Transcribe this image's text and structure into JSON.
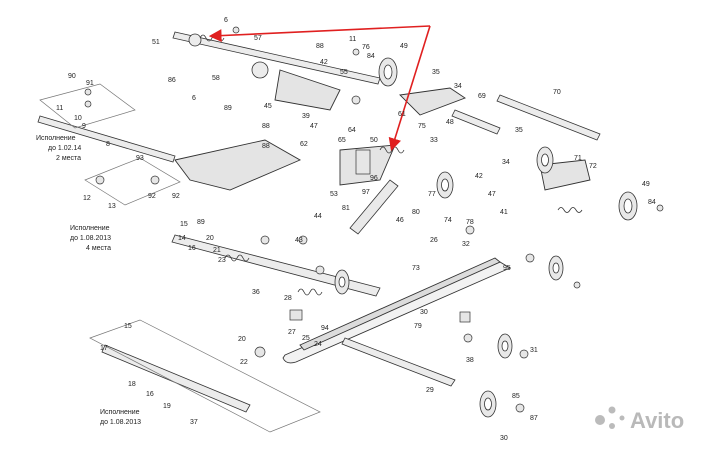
{
  "diagram": {
    "notes": {
      "n1": [
        "Исполнение",
        "до 1.02.14",
        "2 места"
      ],
      "n2": [
        "Исполнение",
        "до 1.08.2013",
        "4 места"
      ],
      "n3": [
        "Исполнение",
        "до 1.08.2013"
      ]
    },
    "watermark": "Avito",
    "arrow_color": "#e02020",
    "labels": {
      "l6a": "6",
      "l51": "51",
      "l57": "57",
      "l11a": "11",
      "l76": "76",
      "l84a": "84",
      "l49a": "49",
      "l88a": "88",
      "l86": "86",
      "l58": "58",
      "l42a": "42",
      "l55": "55",
      "l90": "90",
      "l91": "91",
      "l11b": "11",
      "l10a": "10",
      "l9a": "9",
      "l6b": "6",
      "l88b": "88",
      "l35a": "35",
      "l34a": "34",
      "l69": "69",
      "l70": "70",
      "l89a": "89",
      "l8": "8",
      "l45": "45",
      "l39": "39",
      "l47a": "47",
      "l88c": "88",
      "l62": "62",
      "l50": "50",
      "l75a": "75",
      "l33": "33",
      "l48": "48",
      "l35b": "35",
      "l34b": "34",
      "l71": "71",
      "l72": "72",
      "l93": "93",
      "l92a": "92",
      "l12": "12",
      "l13": "13",
      "l92b": "92",
      "l96": "96",
      "l77": "77",
      "l97": "97",
      "l53": "53",
      "l81": "81",
      "l46": "46",
      "l80": "80",
      "l42b": "42",
      "l47b": "47",
      "l41": "41",
      "l84b": "84",
      "l49b": "49",
      "l15a": "15",
      "l14": "14",
      "l16a": "16",
      "l89b": "89",
      "l43": "43",
      "l44": "44",
      "l20a": "20",
      "l21a": "21",
      "l23a": "23",
      "l26a": "26",
      "l74": "74",
      "l78": "78",
      "l32": "32",
      "l95": "95",
      "l73": "73",
      "l36a": "36",
      "l28": "28",
      "l27": "27",
      "l25": "25",
      "l24": "24",
      "l94": "94",
      "l79": "79",
      "l30a": "30",
      "l38a": "38",
      "l15b": "15",
      "l17": "17",
      "l18": "18",
      "l16b": "16",
      "l19": "19",
      "l20b": "20",
      "l22a": "22",
      "l37": "37",
      "l29": "29",
      "l31a": "31",
      "l85": "85",
      "l87": "87",
      "l30b": "30",
      "l65": "65",
      "l64": "64",
      "l61": "61"
    }
  }
}
